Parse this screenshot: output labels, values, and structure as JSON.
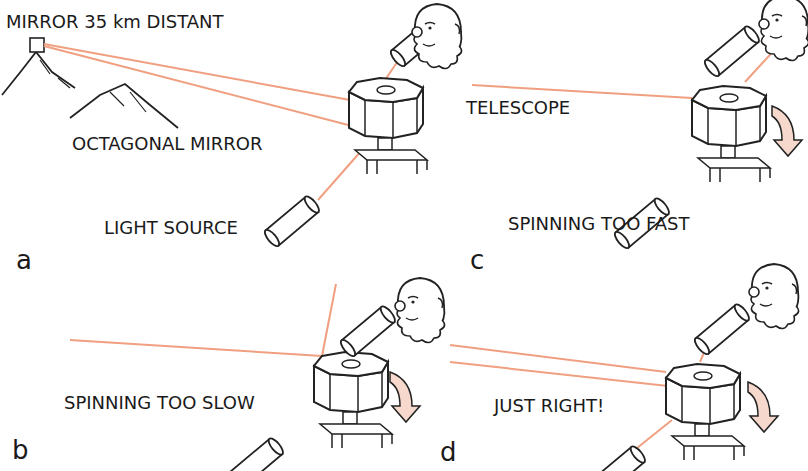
{
  "diagram": {
    "labels": [
      "MIRROR 35 km DISTANT",
      "TELESCOPE",
      "OCTAGONAL MIRROR",
      "LIGHT SOURCE",
      "SPINNING TOO FAST",
      "a",
      "c",
      "SPINNING TOO SLOW",
      "JUST RIGHT!",
      "b",
      "d"
    ]
  }
}
